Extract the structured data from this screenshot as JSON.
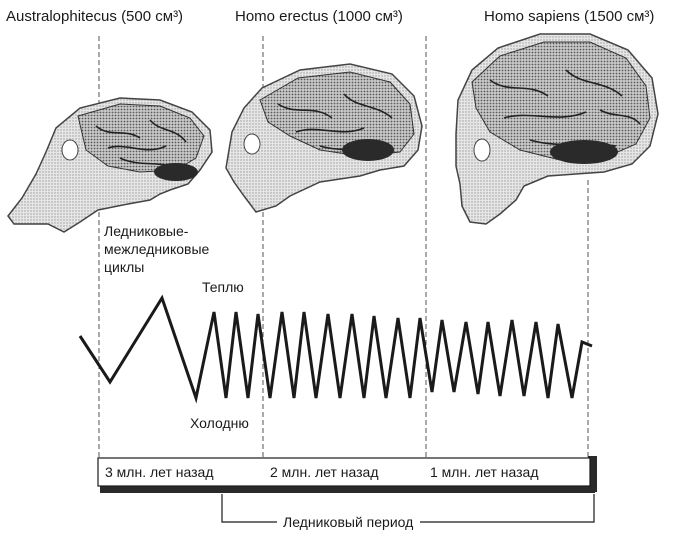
{
  "species": [
    {
      "label": "Australophitecus (500 см³)"
    },
    {
      "label": "Homo erectus (1000 см³)"
    },
    {
      "label": "Homo sapiens (1500 см³)"
    }
  ],
  "cycles_label": [
    "Ледниковые-",
    "межледниковые",
    "циклы"
  ],
  "warm_label": "Теплю",
  "cold_label": "Холодню",
  "timeline": {
    "ticks": [
      "3 млн. лет назад",
      "2 млн. лет назад",
      "1 млн. лет назад"
    ],
    "period_label": "Ледниковый период"
  },
  "icons": [
    "skull-australopithecus-icon",
    "skull-homo-erectus-icon",
    "skull-homo-sapiens-icon"
  ]
}
